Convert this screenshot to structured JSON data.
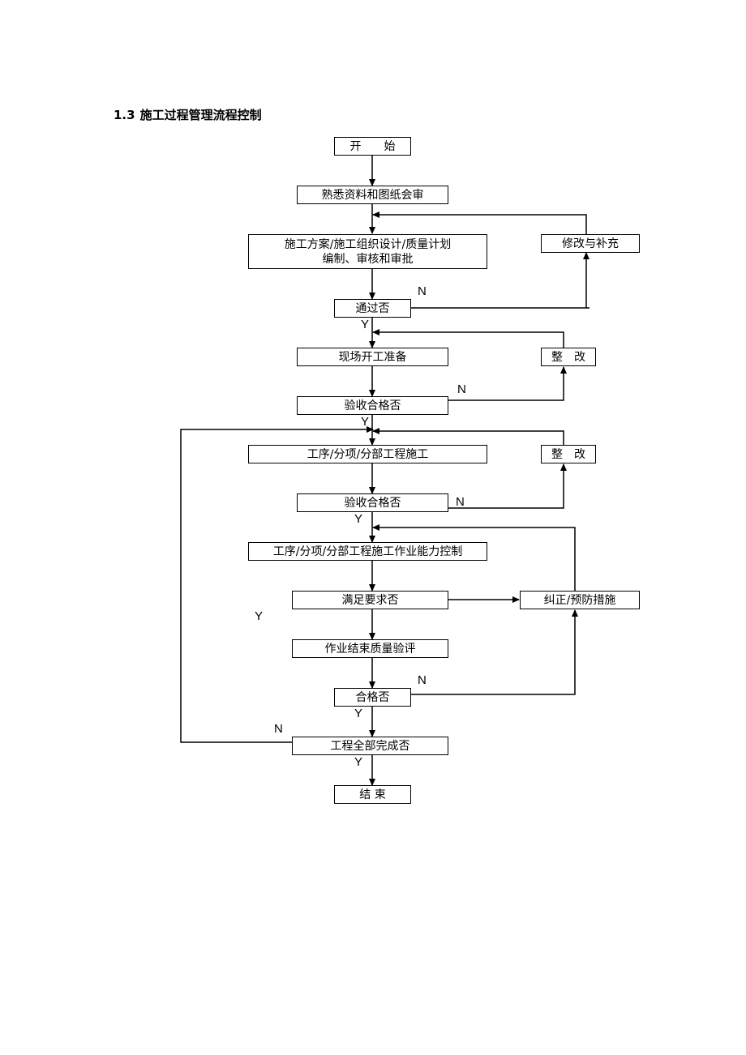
{
  "heading": {
    "number": "1.3",
    "title": "施工过程管理流程控制"
  },
  "nodes": {
    "start": "开　　始",
    "familiarize": "熟悉资料和图纸会审",
    "plan_line1": "施工方案/施工组织设计/质量计划",
    "plan_line2": "编制、审核和审批",
    "revise": "修改与补充",
    "pass1": "通过否",
    "site_prep": "现场开工准备",
    "rectify1": "整　改",
    "accept1": "验收合格否",
    "process": "工序/分项/分部工程施工",
    "rectify2": "整　改",
    "accept2": "验收合格否",
    "capability": "工序/分项/分部工程施工作业能力控制",
    "meets": "满足要求否",
    "correct": "纠正/预防措施",
    "final_eval": "作业结束质量验评",
    "qualified": "合格否",
    "all_done": "工程全部完成否",
    "end": "结 束"
  },
  "labels": {
    "yes": "Y",
    "no": "N"
  }
}
